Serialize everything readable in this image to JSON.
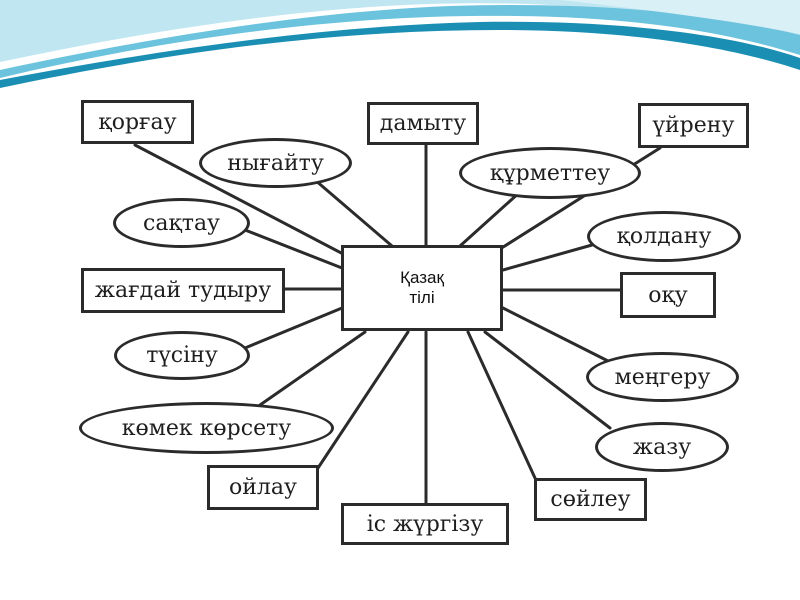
{
  "center": {
    "line1": "Қазақ",
    "line2": "тілі"
  },
  "nodes": {
    "korgau": "қорғау",
    "damytu": "дамыту",
    "uirenu": "үйрену",
    "nygaitu": "нығайту",
    "kurmetteu": "құрметтеу",
    "saktau": "сақтау",
    "koldanu": "қолдану",
    "zhagdai": "жағдай тудыру",
    "oku": "оқу",
    "tusinu": "түсіну",
    "mengeru": "меңгеру",
    "komek": "көмек көрсету",
    "zhazu": "жазу",
    "oilau": "ойлау",
    "soileu": "сөйлеу",
    "is_zhurgizu": "іс жүргізу"
  },
  "colors": {
    "wave_dark": "#1b8fb3",
    "wave_light": "#8fd3e6",
    "wave_mid": "#4fb5d2",
    "line": "#2b2b2b"
  }
}
